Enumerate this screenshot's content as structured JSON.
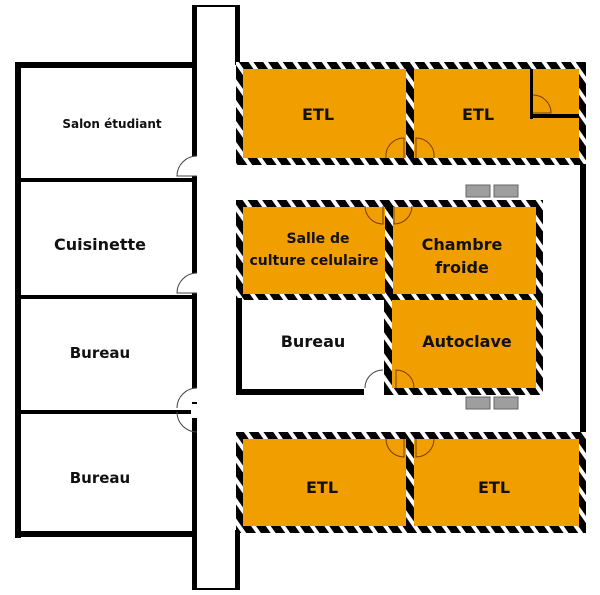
{
  "title": "Floor plan",
  "colors": {
    "lab": "#F09E00",
    "wall": "#000000",
    "hazard_stripe": "#FFFFFF",
    "equipment": "#9E9E9E",
    "office": "#FFFFFF"
  },
  "rooms": {
    "salon": {
      "label": "Salon étudiant",
      "type": "office"
    },
    "cuisinette": {
      "label": "Cuisinette",
      "type": "office"
    },
    "bureau_left_1": {
      "label": "Bureau",
      "type": "office"
    },
    "bureau_left_2": {
      "label": "Bureau",
      "type": "office"
    },
    "etl_top_left": {
      "label": "ETL",
      "type": "lab"
    },
    "etl_top_right": {
      "label": "ETL",
      "type": "lab"
    },
    "salle_culture": {
      "label_line1": "Salle de",
      "label_line2": "culture celulaire",
      "type": "lab"
    },
    "chambre_froide": {
      "label_line1": "Chambre",
      "label_line2": "froide",
      "type": "lab"
    },
    "bureau_mid": {
      "label": "Bureau",
      "type": "office"
    },
    "autoclave": {
      "label": "Autoclave",
      "type": "lab"
    },
    "etl_bottom_left": {
      "label": "ETL",
      "type": "lab"
    },
    "etl_bottom_right": {
      "label": "ETL",
      "type": "lab"
    }
  },
  "equipment_icons": [
    "equipment-box",
    "equipment-box",
    "equipment-box",
    "equipment-box"
  ]
}
